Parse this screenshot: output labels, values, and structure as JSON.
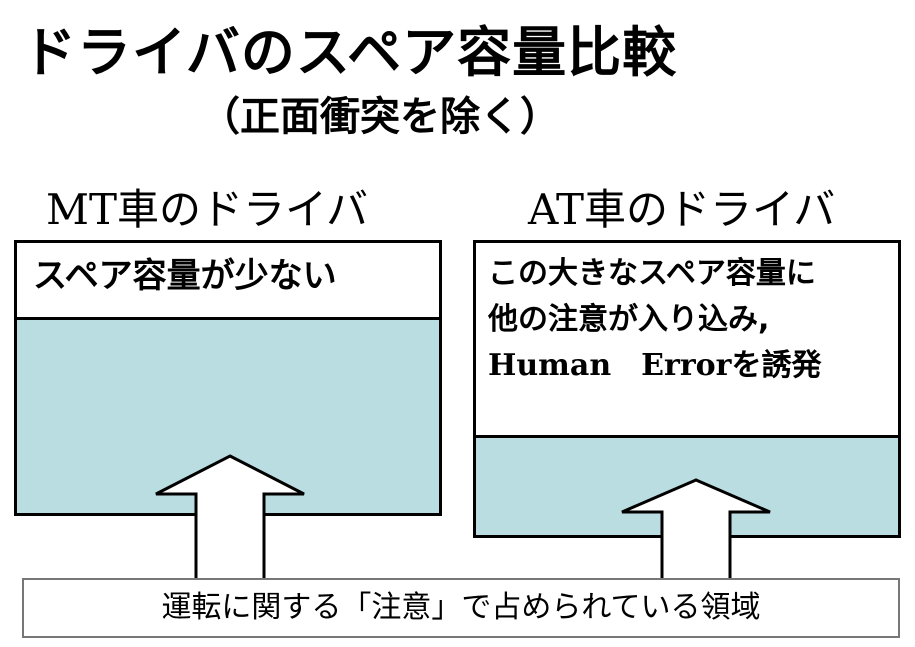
{
  "title": "ドライバのスペア容量比較",
  "subtitle": "（正面衝突を除く）",
  "mt": {
    "label": "MT車のドライバ",
    "box_text": "スペア容量が少ない"
  },
  "at": {
    "label": "AT車のドライバ",
    "box_line1": "この大きなスペア容量に",
    "box_line2": "他の注意が入り込み,",
    "box_line3_latin": "Human　Error",
    "box_line3_tail": "を誘発"
  },
  "legend": "運転に関する「注意」で占められている領域",
  "colors": {
    "attention_fill": "#b9dde0",
    "border": "#000000"
  }
}
